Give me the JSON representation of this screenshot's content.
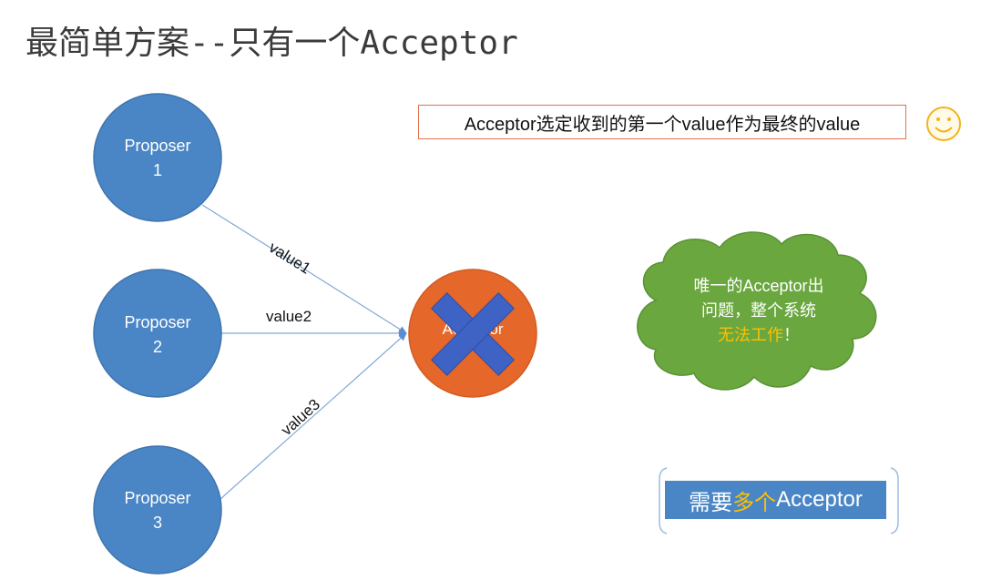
{
  "title": "最简单方案--只有一个Acceptor",
  "proposers": [
    {
      "label": "Proposer",
      "number": "1"
    },
    {
      "label": "Proposer",
      "number": "2"
    },
    {
      "label": "Proposer",
      "number": "3"
    }
  ],
  "edges": [
    {
      "label": "value1"
    },
    {
      "label": "value2"
    },
    {
      "label": "value3"
    }
  ],
  "acceptor": {
    "label": "Acceptor",
    "status": "failed",
    "cross_color": "#3f63c4"
  },
  "note": "Acceptor选定收到的第一个value作为最终的value",
  "smiley": "smiley-face",
  "cloud": {
    "line1": "唯一的Acceptor出",
    "line2": "问题，整个系统",
    "highlight": "无法工作",
    "tail": "！"
  },
  "need": {
    "prefix": "需要",
    "highlight": "多个",
    "suffix": "Acceptor"
  },
  "colors": {
    "proposer": "#4a86c5",
    "acceptor": "#e5672a",
    "cloud": "#6aa73f",
    "highlight": "#ffc000",
    "edge": "#7fa8d8"
  }
}
